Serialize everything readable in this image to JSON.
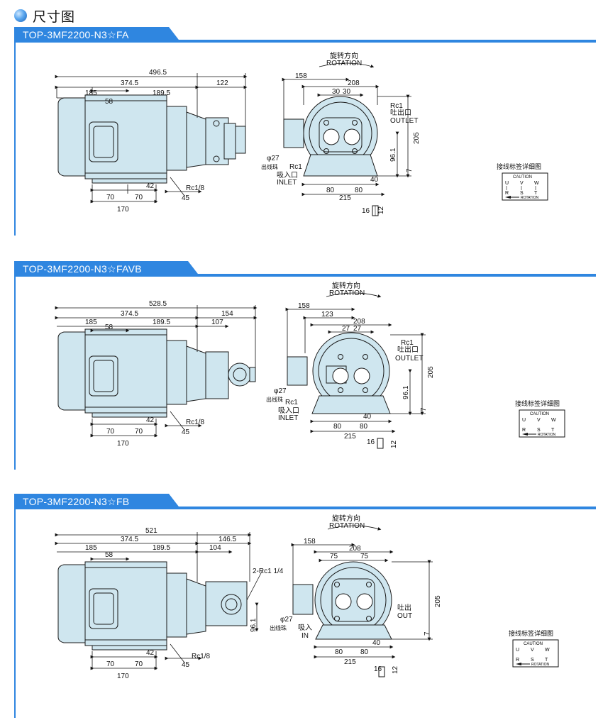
{
  "page": {
    "title": "尺寸图"
  },
  "sections": [
    {
      "model": "TOP-3MF2200-N3☆FA",
      "dims": {
        "overall": "496.5",
        "d3745": "374.5",
        "d122": "122",
        "d185": "185",
        "d1895": "189.5",
        "d58": "58",
        "d70a": "70",
        "d70b": "70",
        "d42": "42",
        "d45": "45",
        "d170": "170",
        "rc18": "Rc1/8",
        "d158": "158",
        "d208": "208",
        "d30a": "30",
        "d30b": "30",
        "d205": "205",
        "d961": "96.1",
        "d7": "7",
        "d80a": "80",
        "d80b": "80",
        "d40": "40",
        "d215": "215",
        "d16": "16",
        "d12": "12",
        "phi27": "φ27",
        "cable": "出线珠",
        "in_rc": "Rc1",
        "in_cn": "吸入口",
        "in_en": "INLET",
        "out_rc": "Rc1",
        "out_cn": "吐出口",
        "out_en": "OUTLET",
        "rot_cn": "旋转方向",
        "rot_en": "ROTATION"
      }
    },
    {
      "model": "TOP-3MF2200-N3☆FAVB",
      "dims": {
        "overall": "528.5",
        "d3745": "374.5",
        "d154": "154",
        "d185": "185",
        "d1895": "189.5",
        "d107": "107",
        "d58": "58",
        "d70a": "70",
        "d70b": "70",
        "d42": "42",
        "d45": "45",
        "d170": "170",
        "rc18": "Rc1/8",
        "d158": "158",
        "d123": "123",
        "d208": "208",
        "d27a": "27",
        "d27b": "27",
        "d205": "205",
        "d961": "96.1",
        "d7": "7",
        "d80a": "80",
        "d80b": "80",
        "d40": "40",
        "d215": "215",
        "d16": "16",
        "d12": "12",
        "phi27": "φ27",
        "cable": "出线珠",
        "in_rc": "Rc1",
        "in_cn": "吸入口",
        "in_en": "INLET",
        "out_rc": "Rc1",
        "out_cn": "吐出口",
        "out_en": "OUTLET",
        "rot_cn": "旋转方向",
        "rot_en": "ROTATION"
      }
    },
    {
      "model": "TOP-3MF2200-N3☆FB",
      "dims": {
        "overall": "521",
        "d3745": "374.5",
        "d1465": "146.5",
        "d185": "185",
        "d1895": "189.5",
        "d104": "104",
        "d58": "58",
        "d70a": "70",
        "d70b": "70",
        "d42": "42",
        "d45": "45",
        "d170": "170",
        "rc18": "Rc1/8",
        "rc114": "2-Rc1 1/4",
        "d961": "96.1",
        "d158": "158",
        "d208": "208",
        "d75a": "75",
        "d75b": "75",
        "d205": "205",
        "d7": "7",
        "d80a": "80",
        "d80b": "80",
        "d40": "40",
        "d215": "215",
        "d16": "16",
        "d12": "12",
        "phi27": "φ27",
        "cable": "出线珠",
        "in_cn": "吸入",
        "in_en": "IN",
        "out_cn": "吐出",
        "out_en": "OUT",
        "rot_cn": "旋转方向",
        "rot_en": "ROTATION"
      }
    }
  ],
  "wiring": {
    "title": "接线标签详细图",
    "caution": "CAUTION",
    "top": [
      "U",
      "V",
      "W"
    ],
    "bottom": [
      "R",
      "S",
      "T"
    ],
    "rotation": "ROTATION"
  },
  "colors": {
    "accent": "#2f86e0",
    "motor": "#cfe6ef",
    "line": "#1a1a1a"
  }
}
